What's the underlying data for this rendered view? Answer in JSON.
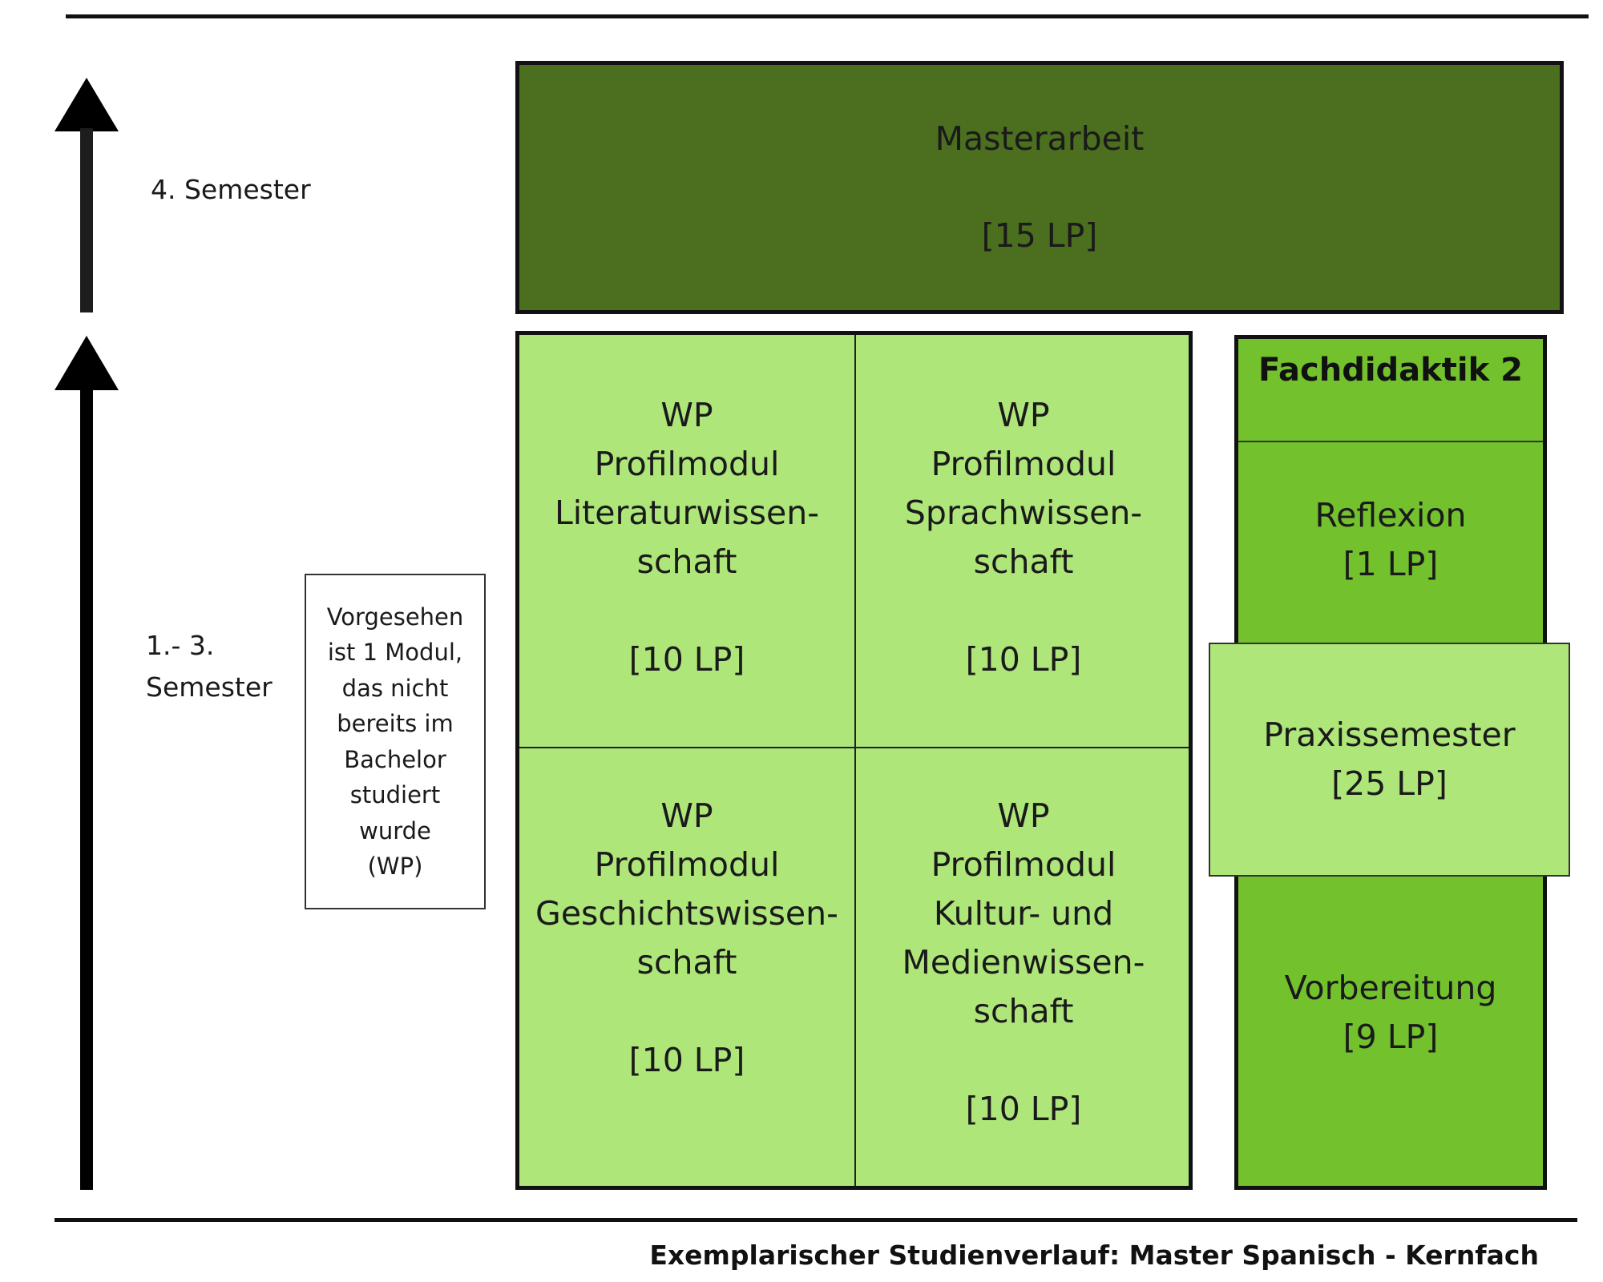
{
  "semesters": {
    "top_label": "4. Semester",
    "bottom_label_lines": [
      "1.- 3.",
      "Semester"
    ]
  },
  "note": {
    "lines": [
      "Vorgesehen",
      "ist 1 Modul,",
      "das nicht",
      "bereits im",
      "Bachelor",
      "studiert",
      "wurde",
      "(WP)"
    ]
  },
  "masterarbeit": {
    "title": "Masterarbeit",
    "credits": "[15 LP]",
    "color": "#4b6e1f"
  },
  "profile_modules": {
    "color": "#aee67a",
    "items": [
      {
        "lines": [
          "WP",
          "Profilmodul",
          "Literaturwissen-",
          "schaft"
        ],
        "credits": "[10 LP]"
      },
      {
        "lines": [
          "WP",
          "Profilmodul",
          "Sprachwissen-",
          "schaft"
        ],
        "credits": "[10 LP]"
      },
      {
        "lines": [
          "WP",
          "Profilmodul",
          "Geschichtswissen-",
          "schaft"
        ],
        "credits": "[10 LP]"
      },
      {
        "lines": [
          "WP",
          "Profilmodul",
          "Kultur- und",
          "Medienwissen-",
          "schaft"
        ],
        "credits": "[10 LP]"
      }
    ]
  },
  "fachdidaktik": {
    "title": "Fachdidaktik 2",
    "color": "#72c12d",
    "reflexion": {
      "title": "Reflexion",
      "credits": "[1 LP]"
    },
    "praxissemester": {
      "title": "Praxissemester",
      "credits": "[25 LP]",
      "color": "#aee67a"
    },
    "vorbereitung": {
      "title": "Vorbereitung",
      "credits": "[9 LP]"
    }
  },
  "footer": {
    "caption": "Exemplarischer Studienverlauf: Master Spanisch - Kernfach"
  }
}
